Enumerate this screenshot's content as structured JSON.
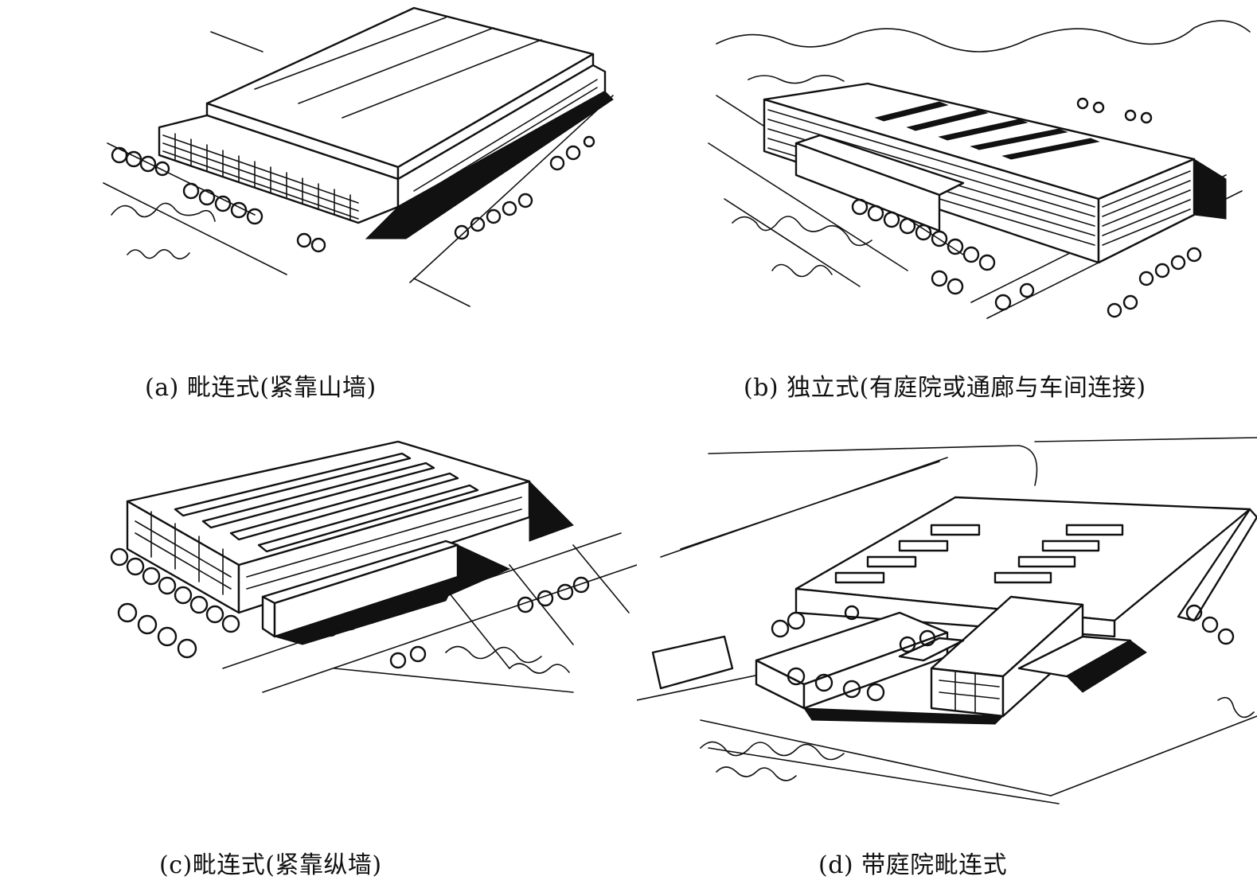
{
  "figures": [
    {
      "id": "a",
      "caption": "(a) 毗连式(紧靠山墙)"
    },
    {
      "id": "b",
      "caption": "(b) 独立式(有庭院或通廊与车间连接)"
    },
    {
      "id": "c",
      "caption": "(c)毗连式(紧靠纵墙)"
    },
    {
      "id": "d",
      "caption": "(d) 带庭院毗连式"
    }
  ]
}
